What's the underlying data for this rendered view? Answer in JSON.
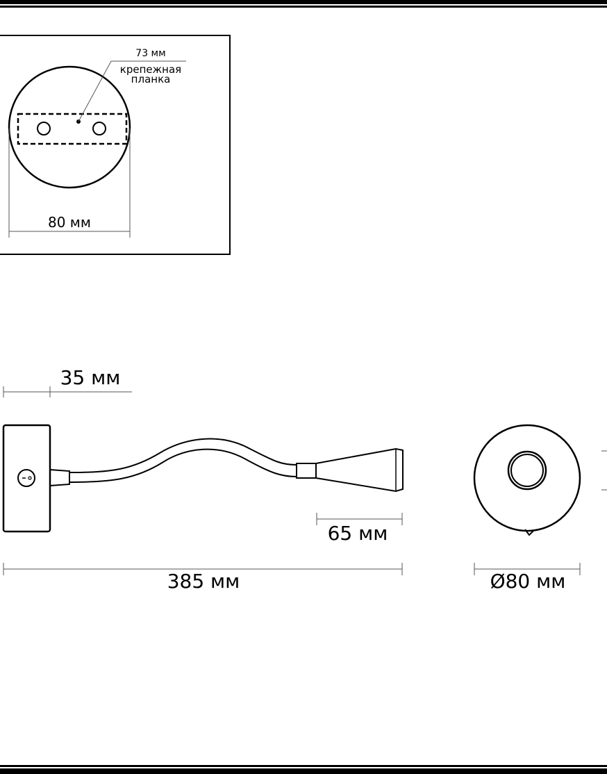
{
  "mount_plate": {
    "plate_spacing_label": "73 мм",
    "plate_name_line1": "крепежная",
    "plate_name_line2": "планка",
    "diameter_label": "80 мм"
  },
  "side_view": {
    "depth_label": "35 мм",
    "head_length_label": "65 мм",
    "total_length_label": "385 мм"
  },
  "front_view": {
    "diameter_label": "Ø80 мм"
  },
  "colors": {
    "line": "#000000",
    "dimension": "#555555",
    "background": "#ffffff"
  }
}
